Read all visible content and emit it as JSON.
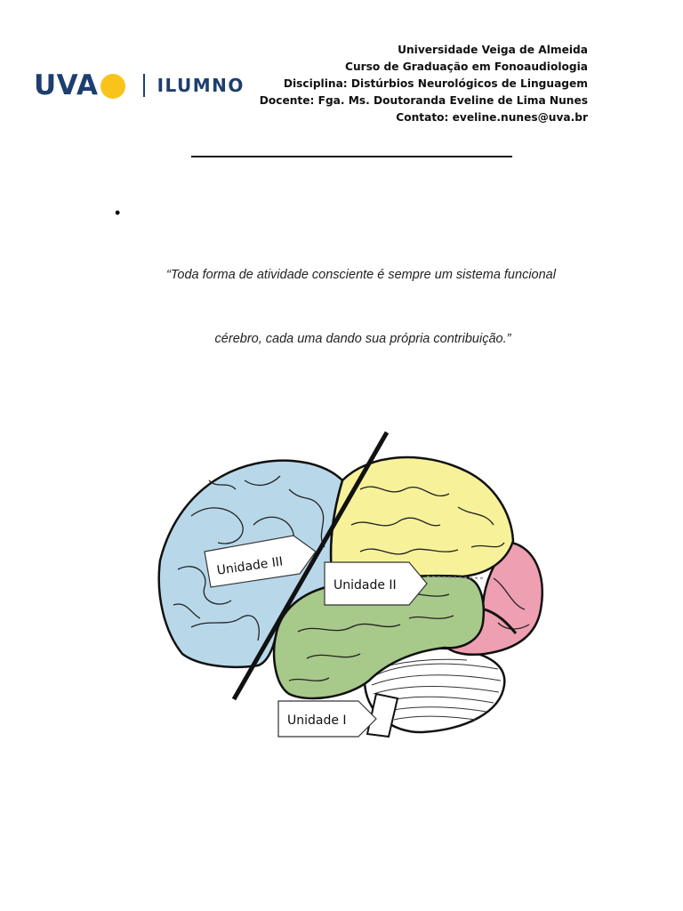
{
  "logo": {
    "uva": "UVA",
    "ilumno": "ILUMNO"
  },
  "header": {
    "lines": [
      "Universidade Veiga de Almeida",
      "Curso de Graduação em Fonoaudiologia",
      "Disciplina: Distúrbios Neurológicos de Linguagem",
      "Docente: Fga. Ms. Doutoranda Eveline de Lima Nunes",
      "Contato: eveline.nunes@uva.br"
    ]
  },
  "bullet": "•",
  "quote": {
    "line1": "“Toda forma de atividade consciente é sempre um sistema funcional",
    "line2": "cérebro, cada uma dando sua própria contribuição.”"
  },
  "figure": {
    "labels": {
      "unit3": "Unidade III",
      "unit2": "Unidade II",
      "unit1": "Unidade I"
    },
    "colors": {
      "frontal": "#b8d8ea",
      "parietal": "#f7f29a",
      "temporal": "#a7c98a",
      "occipital": "#ee9fb1",
      "cerebellum": "#ffffff",
      "outline": "#111111"
    }
  },
  "colors": {
    "brand_blue": "#1d3f6e",
    "brand_yellow": "#f8c41c"
  }
}
